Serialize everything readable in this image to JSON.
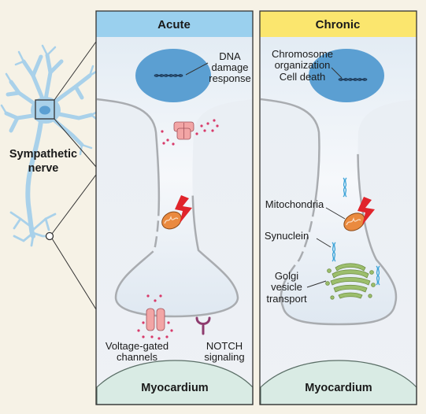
{
  "left_panel": {
    "label_line1": "Sympathetic",
    "label_line2": "nerve"
  },
  "acute": {
    "header": "Acute",
    "nucleus_label": [
      "DNA",
      "damage",
      "response"
    ],
    "channel_label": [
      "Voltage-gated",
      "channels"
    ],
    "notch_label": [
      "NOTCH",
      "signaling"
    ],
    "footer": "Myocardium"
  },
  "chronic": {
    "header": "Chronic",
    "nucleus_label": [
      "Chromosome",
      "organization",
      "Cell death"
    ],
    "mito_label": "Mitochondria",
    "synuclein_label": "Synuclein",
    "golgi_label": [
      "Golgi",
      "vesicle",
      "transport"
    ],
    "footer": "Myocardium"
  },
  "colors": {
    "acute_header": "#9ad0ee",
    "chronic_header": "#fbe66e",
    "nucleus": "#5b9fd2",
    "neuron": "#a9d1ea",
    "myocardium": "#d9ebe4",
    "mitochondria": "#ea8a3f",
    "lightning": "#e0242b",
    "channel": "#f2a5a5",
    "golgi": "#9cbe6c",
    "synuclein": "#3ba3d8",
    "notch": "#8e3b6e",
    "ion": "#d83a6a"
  }
}
